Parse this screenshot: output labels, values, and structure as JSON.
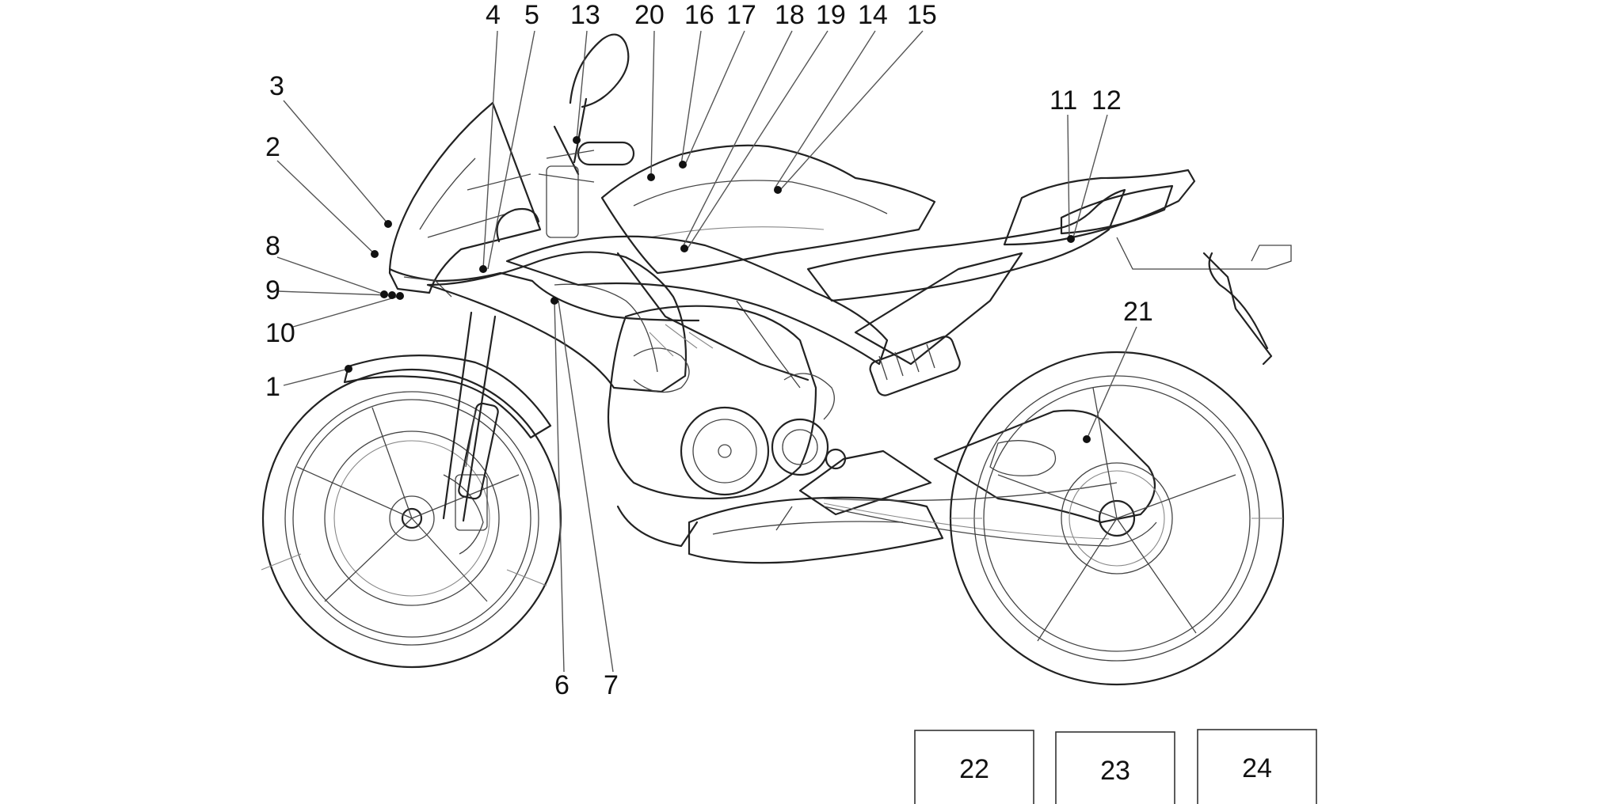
{
  "callouts": [
    {
      "id": "1",
      "label": "1"
    },
    {
      "id": "2",
      "label": "2"
    },
    {
      "id": "3",
      "label": "3"
    },
    {
      "id": "4",
      "label": "4"
    },
    {
      "id": "5",
      "label": "5"
    },
    {
      "id": "6",
      "label": "6"
    },
    {
      "id": "7",
      "label": "7"
    },
    {
      "id": "8",
      "label": "8"
    },
    {
      "id": "9",
      "label": "9"
    },
    {
      "id": "10",
      "label": "10"
    },
    {
      "id": "11",
      "label": "11"
    },
    {
      "id": "12",
      "label": "12"
    },
    {
      "id": "13",
      "label": "13"
    },
    {
      "id": "14",
      "label": "14"
    },
    {
      "id": "15",
      "label": "15"
    },
    {
      "id": "16",
      "label": "16"
    },
    {
      "id": "17",
      "label": "17"
    },
    {
      "id": "18",
      "label": "18"
    },
    {
      "id": "19",
      "label": "19"
    },
    {
      "id": "20",
      "label": "20"
    },
    {
      "id": "21",
      "label": "21"
    }
  ],
  "boxes": [
    {
      "label": "22"
    },
    {
      "label": "23"
    },
    {
      "label": "24"
    }
  ]
}
